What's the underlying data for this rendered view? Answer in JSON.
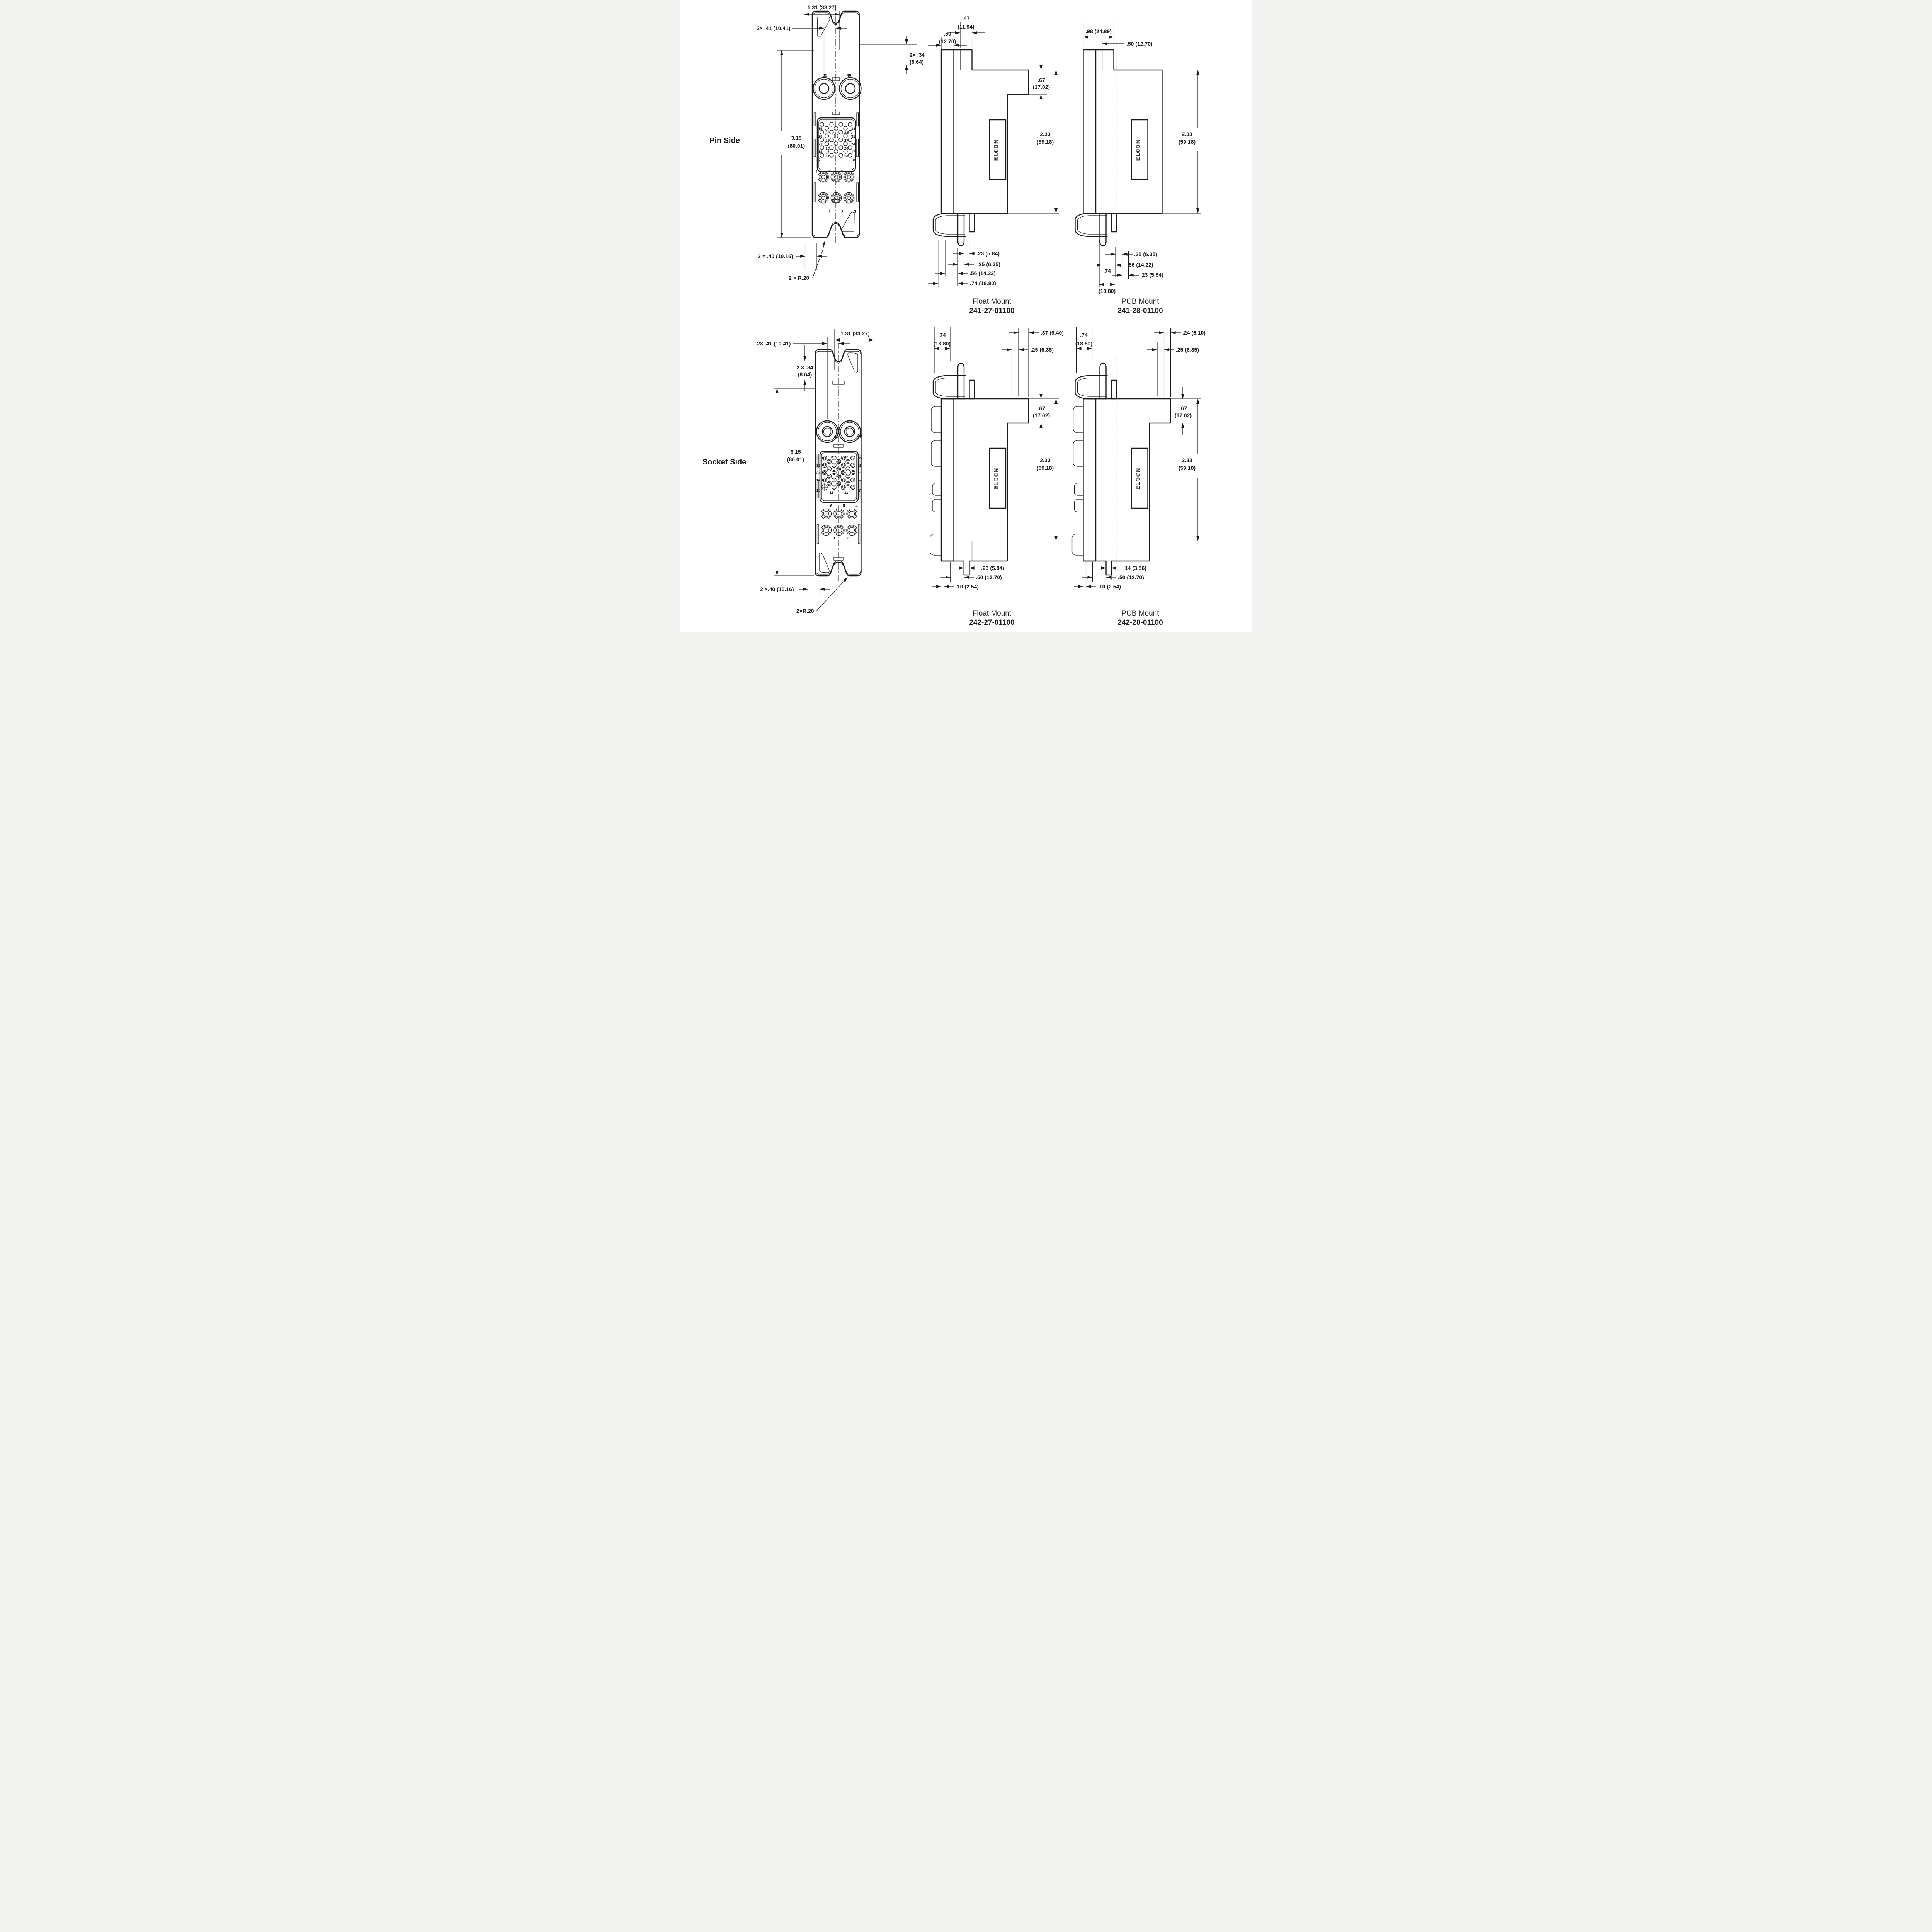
{
  "d": {
    "brand": "ELCON",
    "titles": {
      "pin": "Pin Side",
      "socket": "Socket Side"
    },
    "pv": {
      "w": "1.31  (33.27)",
      "cc": "2× .41  (10.41)",
      "off1": "2× .34",
      "off2": "(8.64)",
      "h1": "3.15",
      "h2": "(80.01)",
      "slot": "2 × .40 (10.16)",
      "rad": "2 × R.20",
      "power": [
        "39",
        "40"
      ],
      "grid": [
        "35",
        "32",
        "38",
        "34",
        "28",
        "25",
        "31",
        "27",
        "21",
        "18",
        "24",
        "20",
        "14",
        "11",
        "17",
        "13",
        "7",
        "10"
      ],
      "mid": [
        "4",
        "5",
        "6",
        "1",
        "2",
        "3"
      ]
    },
    "sv": {
      "w": "1.31  (33.27)",
      "cc": "2× .41  (10.41)",
      "off1": "2 × .34",
      "off2": "(8.64)",
      "h1": "3.15",
      "h2": "(80.01)",
      "slot": "2 ×.40  (10.16)",
      "rad": "2×R.20",
      "power": [
        "40",
        "39"
      ],
      "grid": [
        "38",
        "34",
        "32",
        "35",
        "31",
        "28",
        "24",
        "21",
        "17",
        "14",
        "10",
        "13",
        "11",
        "7"
      ],
      "mid": [
        "6",
        "5",
        "4",
        "3",
        "2",
        "1"
      ]
    },
    "fm1": {
      "title": "Float Mount",
      "part": "241-27-01100",
      "d50": ".50",
      "d50b": "(12.70)",
      "d47": ".47",
      "d47b": "(11.94)",
      "d67": ".67",
      "d67b": "(17.02)",
      "d233": "2.33",
      "d233b": "(59.18)",
      "d23": ".23  (5.84)",
      "d25": ".25  (6.35)",
      "d56": ".56  (14.22)",
      "d74": ".74  (18.80)"
    },
    "pm1": {
      "title": "PCB Mount",
      "part": "241-28-01100",
      "d98": ".98  (24.89)",
      "d50": ".50  (12.70)",
      "d233": "2.33",
      "d233b": "(59.18)",
      "d25": ".25  (6.35)",
      "d56": ".56  (14.22)",
      "d23": ".23  (5.84)",
      "d74": ".74",
      "d74b": "(18.80)"
    },
    "fm2": {
      "title": "Float Mount",
      "part": "242-27-01100",
      "d74": ".74",
      "d74b": "(18.80)",
      "d37": ".37  (9.40)",
      "d25": ".25  (6.35)",
      "d67": ".67",
      "d67b": "(17.02)",
      "d233": "2.33",
      "d233b": "(59.18)",
      "d23": ".23  (5.84)",
      "d50": ".50  (12.70)",
      "d10": ".10  (2.54)"
    },
    "pm2": {
      "title": "PCB Mount",
      "part": "242-28-01100",
      "d74": ".74",
      "d74b": "(18.80)",
      "d24": ".24  (6.10)",
      "d25": ".25  (6.35)",
      "d67": ".67",
      "d67b": "(17.02)",
      "d233": "2.33",
      "d233b": "(59.18)",
      "d14": ".14  (3.56)",
      "d50": ".50  (12.70)",
      "d10": ".10  (2.54)"
    }
  }
}
